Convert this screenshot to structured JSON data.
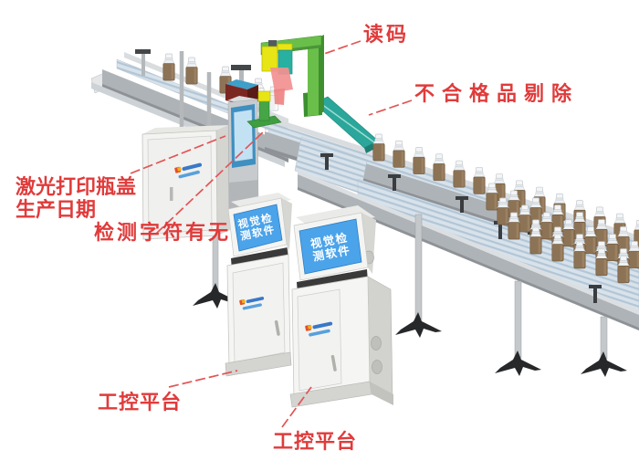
{
  "annotations": {
    "read_code": "读码",
    "reject": "不合格品剔除",
    "laser_print_line1": "激光打印瓶盖",
    "laser_print_line2": "生产日期",
    "char_check": "检测字符有无",
    "ipc_left": "工控平台",
    "ipc_right": "工控平台"
  },
  "kiosk_screen": {
    "line1": "视觉检",
    "line2": "测软件"
  },
  "icons": {
    "camera_station": "code-reader-camera-icon",
    "reject_chute": "reject-chute-icon",
    "brand_logo": "brand-logo",
    "duck_foot": "conveyor-foot-icon"
  },
  "colors": {
    "label_red": "#e03b3b",
    "leader_red": "#e25555",
    "screen_blue": "#4ba3ea",
    "gantry_green": "#6abf4b",
    "gantry_green_dark": "#3f8f30",
    "chute_teal": "#2aa79a",
    "bottle_brown": "#8d7355",
    "beam_pink": "#f29090",
    "camera_yellow": "#e8e516",
    "camera_teal": "#28b0a0",
    "laser_box_red": "#7c2622",
    "panel_blue": "#3f8fc0",
    "conveyor_gray": "#aeb3b7"
  }
}
